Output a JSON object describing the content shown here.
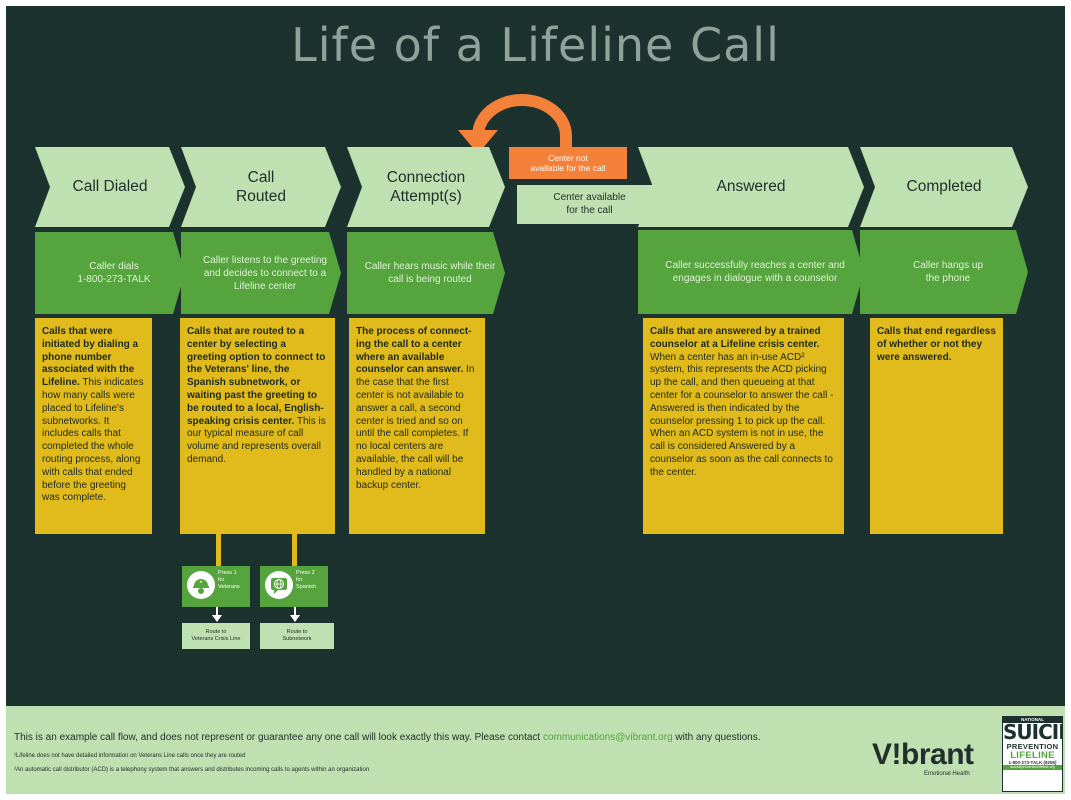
{
  "title": "Life of a Lifeline Call",
  "stages": [
    {
      "label": "Call Dialed",
      "header": "Caller dials\n1-800-273-TALK"
    },
    {
      "label": "Call\nRouted",
      "header": "Caller listens to the greeting and decides to connect to a Lifeline center"
    },
    {
      "label": "Connection\nAttempt(s)",
      "header": "Caller hears music while their call is being routed"
    },
    {
      "label": "Answered",
      "header": "Caller successfully reaches a center and engages in dialogue with a counselor"
    },
    {
      "label": "Completed",
      "header": "Caller hangs up\nthe phone"
    }
  ],
  "branch": {
    "not_available": "Center not\navailable for the call",
    "available": "Center available\nfor the call"
  },
  "boxes": [
    {
      "bold": "Calls that were initiated by dialing a phone number associated with the Lifeline.",
      "text": " This indicates how many calls were placed to Lifeline's subnetworks. It includes calls that completed the whole routing process, along with calls that ended before the greeting was complete."
    },
    {
      "bold": "Calls that are routed to a center by selecting a greeting option to connect to the Veterans' line, the Spanish subnetwork, or waiting past the greeting to be routed to a local, English-speaking crisis center.",
      "text": " This is our typical measure of call volume and represents overall demand."
    },
    {
      "bold": "The process of  connect-ing the call to a center where an available counselor can answer.",
      "text": " In the case that the first center is not available to answer a call, a second center is tried and so on until the call completes. If no local centers are available, the call will be handled by a national backup center."
    },
    {
      "bold": "Calls that are answered by a trained counselor at a Lifeline crisis center.",
      "text": " When a center has an in-use ACD² system, this represents the ACD picking up the call, and then queueing at that center for a counselor to answer the call - Answered is then indicated by the counselor pressing 1 to pick up the call. When an ACD system is not in use, the call is considered Answered by a counselor as soon as the call connects to the center."
    },
    {
      "bold": "Calls that end regardless of whether or not they were answered.",
      "text": ""
    }
  ],
  "options": [
    {
      "press": "Press 1\nfor\nVeterans",
      "route": "Route to\nVeterans Crisis Line",
      "icon": "veteran-helmet-icon"
    },
    {
      "press": "Press 2\nfor\nSpanish",
      "route": "Route to\nSubnetwork",
      "icon": "globe-chat-icon"
    }
  ],
  "footer": {
    "disclaimer_pre": "This is an example call flow, and does not represent or guarantee any one call will look exactly this way. Please contact ",
    "email": "communications@vibrant.org",
    "disclaimer_post": " with any questions.",
    "footnote1": "¹Lifeline does not have detailed information on Veterans Line calls once they are routed",
    "footnote2": "²An automatic call distributor (ACD) is a telephony system that answers and distributes incoming calls to agents within an organization"
  },
  "brand": {
    "vibrant_pre": "V",
    "vibrant_dot": "!",
    "vibrant_post": "brant",
    "emotional_health": "Emotional Health",
    "lifeline_national": "NATIONAL",
    "lifeline_suicide": "SUICIDE",
    "lifeline_prevention": "PREVENTION",
    "lifeline_lifeline": "LIFELINE",
    "lifeline_phone": "1-800-273-TALK (8255)",
    "lifeline_url": "suicidepreventionlifeline.org"
  },
  "colors": {
    "background": "#1c322f",
    "light_green": "#bfe0b0",
    "green": "#55a43e",
    "yellow": "#e1bb1b",
    "orange": "#f3813a"
  }
}
